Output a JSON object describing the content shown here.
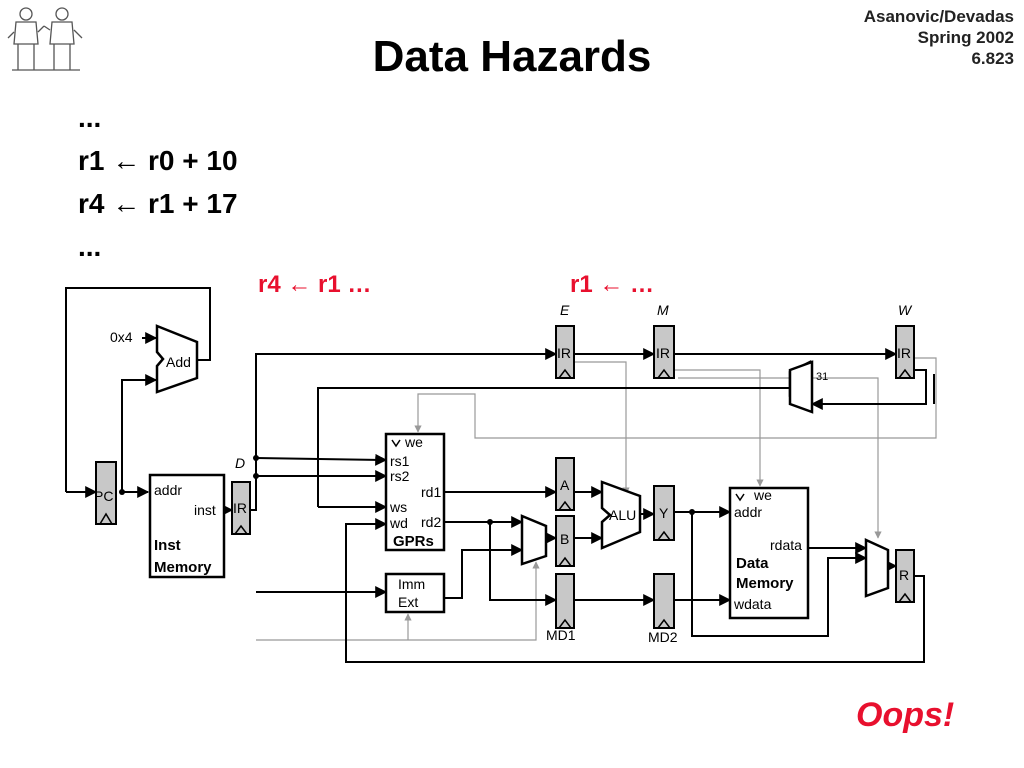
{
  "header": {
    "title": "Data Hazards",
    "course_lines": [
      "Asanovic/Devadas",
      "Spring 2002",
      "6.823"
    ]
  },
  "code": {
    "lines": [
      "...",
      "r1 ← r0 + 10",
      "r4 ← r1 + 17",
      "..."
    ]
  },
  "annotations": {
    "decode_instr": "r4 ←  r1 …",
    "execute_instr": "r1 ← …",
    "oops": "Oops!"
  },
  "diagram": {
    "stages": {
      "D": "D",
      "E": "E",
      "M": "M",
      "W": "W"
    },
    "labels": {
      "const": "0x4",
      "add": "Add",
      "pc": "PC",
      "addr": "addr",
      "inst": "inst",
      "ir": "IR",
      "inst_mem_1": "Inst",
      "inst_mem_2": "Memory",
      "we": "we",
      "rs1": "rs1",
      "rs2": "rs2",
      "ws": "ws",
      "wd": "wd",
      "rd1": "rd1",
      "rd2": "rd2",
      "gprs": "GPRs",
      "imm_1": "Imm",
      "imm_2": "Ext",
      "a": "A",
      "b": "B",
      "md1": "MD1",
      "md2": "MD2",
      "alu": "ALU",
      "y": "Y",
      "dm_we": "we",
      "dm_addr": "addr",
      "rdata": "rdata",
      "dm_1": "Data",
      "dm_2": "Memory",
      "wdata": "wdata",
      "r": "R",
      "c31": "31"
    }
  }
}
